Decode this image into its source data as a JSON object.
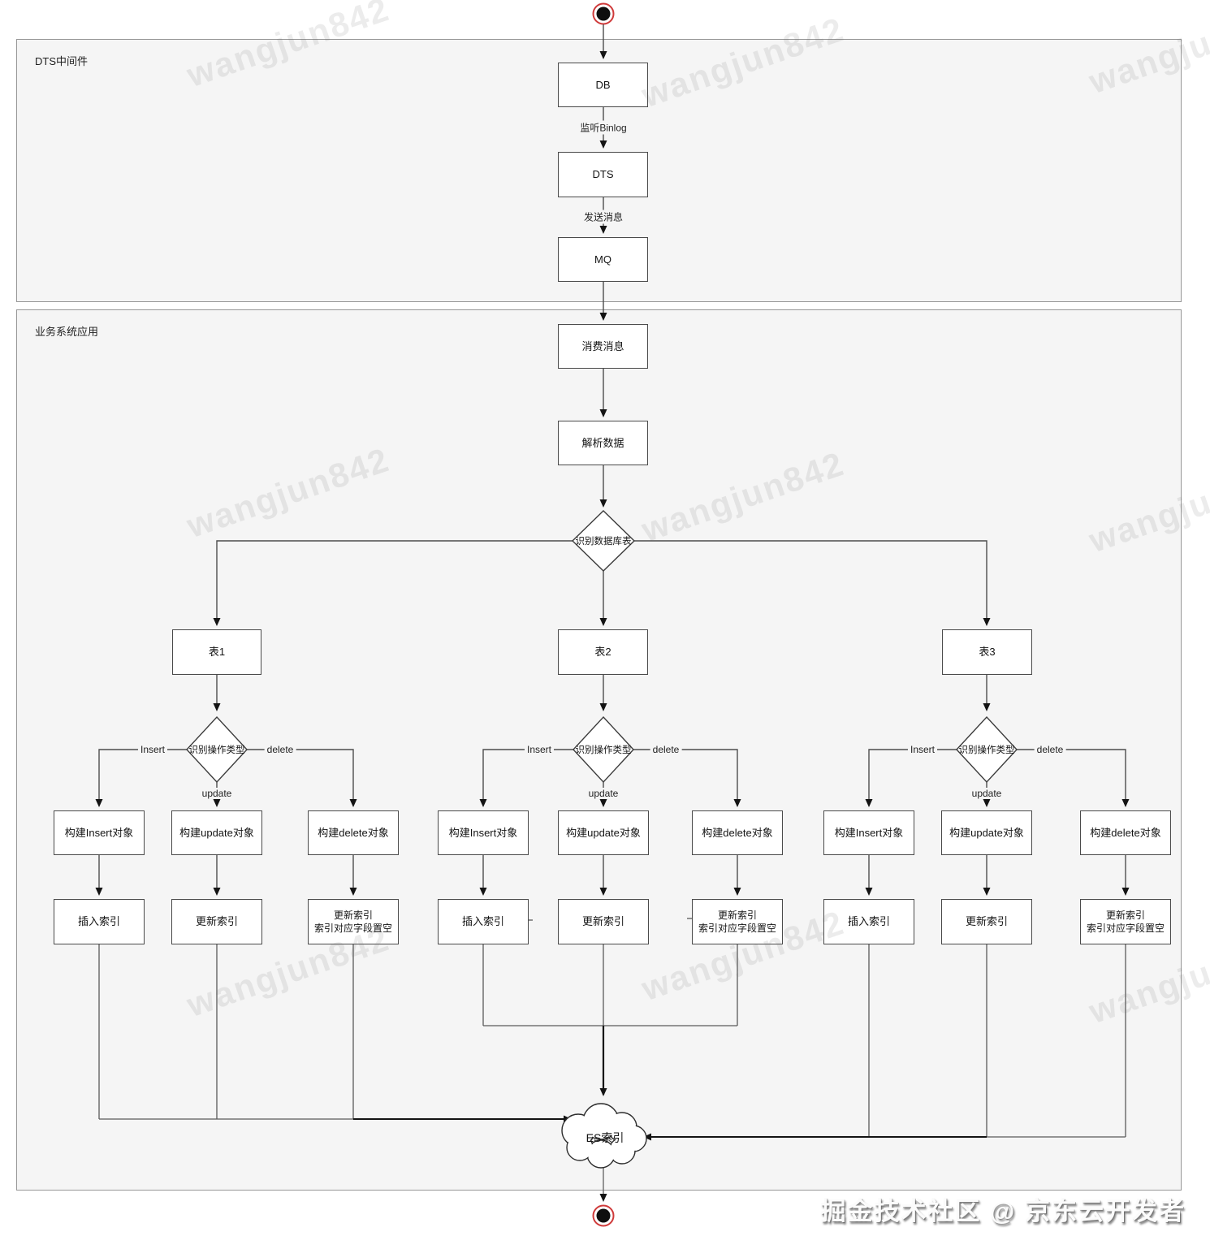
{
  "watermarks": {
    "diagonal": "wangjun842",
    "footer": "掘金技术社区 @ 京东云开发者"
  },
  "containers": {
    "dts": {
      "label": "DTS中间件"
    },
    "biz": {
      "label": "业务系统应用"
    }
  },
  "nodes": {
    "db": "DB",
    "dts": "DTS",
    "mq": "MQ",
    "consume": "消费消息",
    "parse": "解析数据",
    "identify_table": "识别数据库表",
    "identify_op": "识别操作类型",
    "build_insert": "构建Insert对象",
    "build_update": "构建update对象",
    "build_delete": "构建delete对象",
    "insert_index": "插入索引",
    "update_index": "更新索引",
    "update_index_clear_line1": "更新索引",
    "update_index_clear_line2": "索引对应字段置空",
    "es": "ES索引"
  },
  "branches": [
    {
      "table": "表1"
    },
    {
      "table": "表2"
    },
    {
      "table": "表3"
    }
  ],
  "edge_labels": {
    "listen_binlog": "监听Binlog",
    "send_message": "发送消息",
    "insert": "Insert",
    "update": "update",
    "delete": "delete"
  },
  "colors": {
    "container_fill": "#f5f5f5",
    "box_border": "#4a4a4a",
    "line": "#4d4d4d",
    "terminal_ring": "#cf3a3a"
  }
}
